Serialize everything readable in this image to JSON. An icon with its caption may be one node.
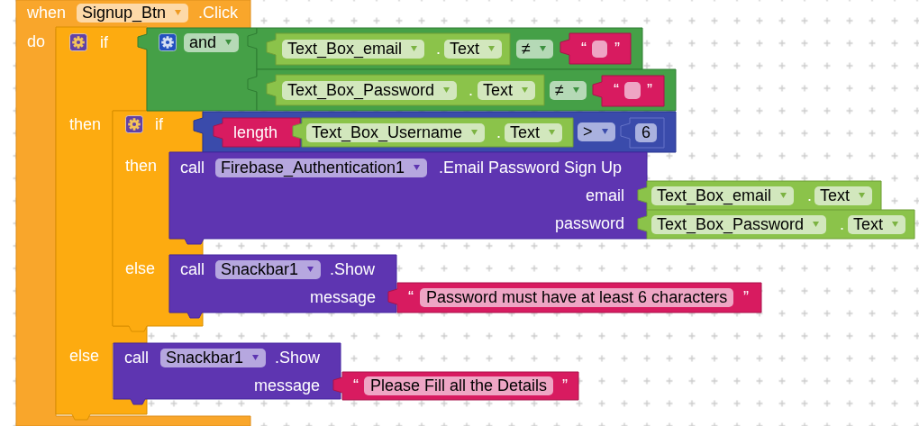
{
  "diagram": {
    "nodes": [
      {
        "text": [
          "when",
          "Signup_Btn",
          ".Click",
          "do"
        ]
      },
      {
        "text": [
          "if",
          "then",
          "else"
        ],
        "in": 0
      },
      {
        "text": [
          "and"
        ]
      },
      {
        "text": [
          "≠"
        ]
      },
      {
        "text": [
          "Text_Box_email",
          ".",
          "Text"
        ],
        "in": 3
      },
      {
        "text": [
          "“",
          "”"
        ],
        "in": 3
      },
      {
        "text": [
          "≠"
        ]
      },
      {
        "text": [
          "Text_Box_Password",
          ".",
          "Text"
        ],
        "in": 6
      },
      {
        "text": [
          "“",
          "”"
        ],
        "in": 6
      },
      {
        "text": [
          "if",
          "then",
          "else"
        ],
        "in": 0
      },
      {
        "text": [
          ">"
        ]
      },
      {
        "text": [
          "length"
        ],
        "in": 10
      },
      {
        "text": [
          "Text_Box_Username",
          ".",
          "Text"
        ],
        "in": 10
      },
      {
        "text": [
          "6"
        ],
        "in": 10
      },
      {
        "text": [
          "call",
          "Firebase_Authentication1",
          ".Email Password Sign Up",
          "email",
          "password"
        ]
      },
      {
        "text": [
          "Text_Box_email",
          ".",
          "Text"
        ]
      },
      {
        "text": [
          "Text_Box_Password",
          ".",
          "Text"
        ]
      },
      {
        "text": [
          "call",
          "Snackbar1",
          ".Show",
          "message"
        ]
      },
      {
        "text": [
          "“",
          "Password must have at least 6 characters",
          "”"
        ]
      },
      {
        "text": [
          "call",
          "Snackbar1",
          ".Show",
          "message"
        ]
      },
      {
        "text": [
          "“",
          "Please Fill all the Details",
          "”"
        ]
      }
    ]
  }
}
